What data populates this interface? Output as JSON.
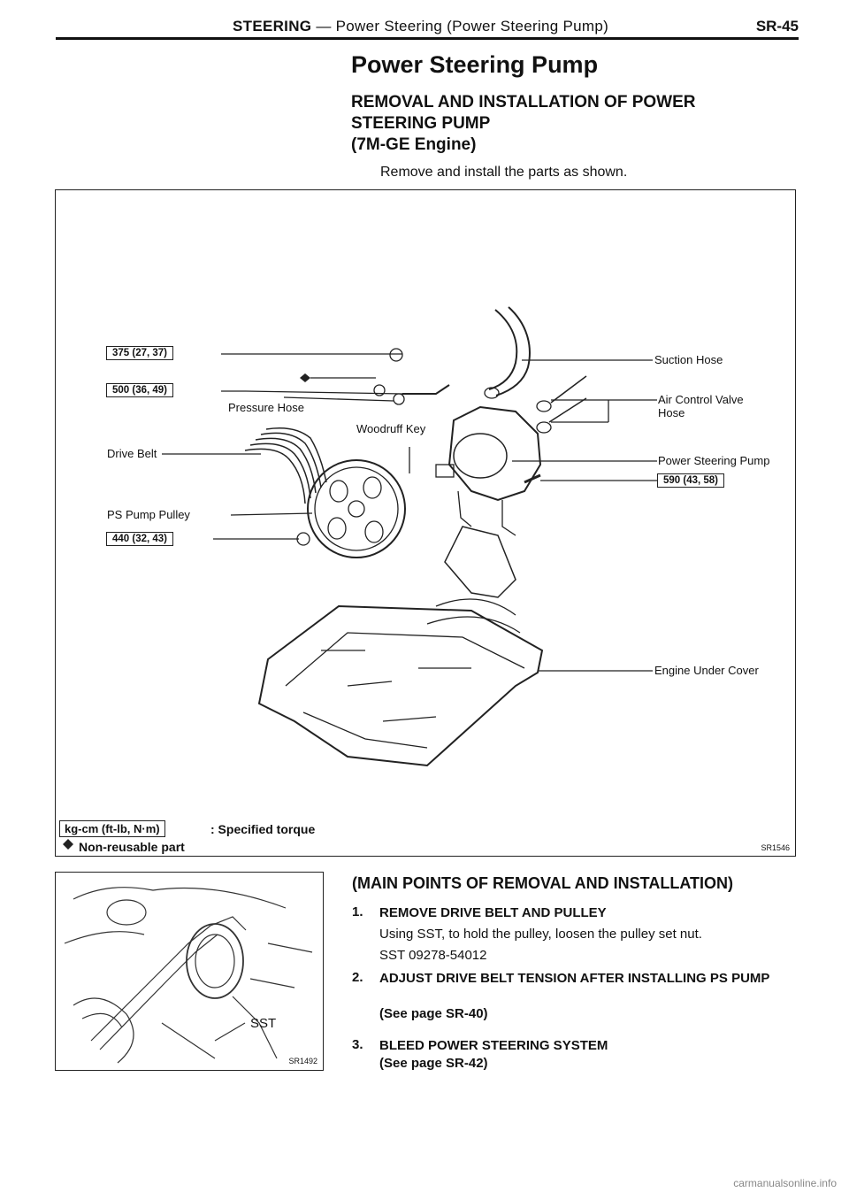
{
  "header": {
    "section": "STEERING",
    "subsection": "— Power Steering (Power Steering Pump)",
    "page": "SR-45"
  },
  "title": "Power Steering Pump",
  "subtitle_lines": [
    "REMOVAL AND INSTALLATION OF POWER",
    "STEERING PUMP",
    "(7M-GE Engine)"
  ],
  "intro": "Remove and install the parts as shown.",
  "figure": {
    "labels": {
      "suction_hose": "Suction Hose",
      "air_control_valve_hose_1": "Air Control Valve",
      "air_control_valve_hose_2": "Hose",
      "power_steering_pump": "Power Steering Pump",
      "pressure_hose": "Pressure Hose",
      "woodruff_key": "Woodruff Key",
      "drive_belt": "Drive Belt",
      "ps_pump_pulley": "PS Pump Pulley",
      "engine_under_cover": "Engine Under Cover"
    },
    "torques": {
      "t375": "375 (27, 37)",
      "t500": "500 (36, 49)",
      "t440": "440 (32, 43)",
      "t590": "590 (43, 58)"
    },
    "legend": {
      "unit_box": "kg-cm (ft-lb, N·m)",
      "unit_desc": ": Specified torque",
      "nonreusable": "Non-reusable part"
    },
    "code": "SR1546"
  },
  "photo": {
    "label": "SST",
    "code": "SR1492"
  },
  "main_points": {
    "title": "(MAIN POINTS OF REMOVAL AND INSTALLATION)",
    "steps": [
      {
        "num": "1.",
        "title": "REMOVE DRIVE BELT AND PULLEY",
        "body": [
          "Using SST, to hold the pulley, loosen the pulley set nut.",
          "SST 09278-54012"
        ]
      },
      {
        "num": "2.",
        "title": "ADJUST DRIVE BELT TENSION AFTER INSTALLING PS PUMP",
        "body": [
          "(See page SR-40)"
        ]
      },
      {
        "num": "3.",
        "title": "BLEED POWER STEERING SYSTEM",
        "body": [
          "(See page SR-42)"
        ]
      }
    ]
  },
  "footer": "carmanualsonline.info"
}
